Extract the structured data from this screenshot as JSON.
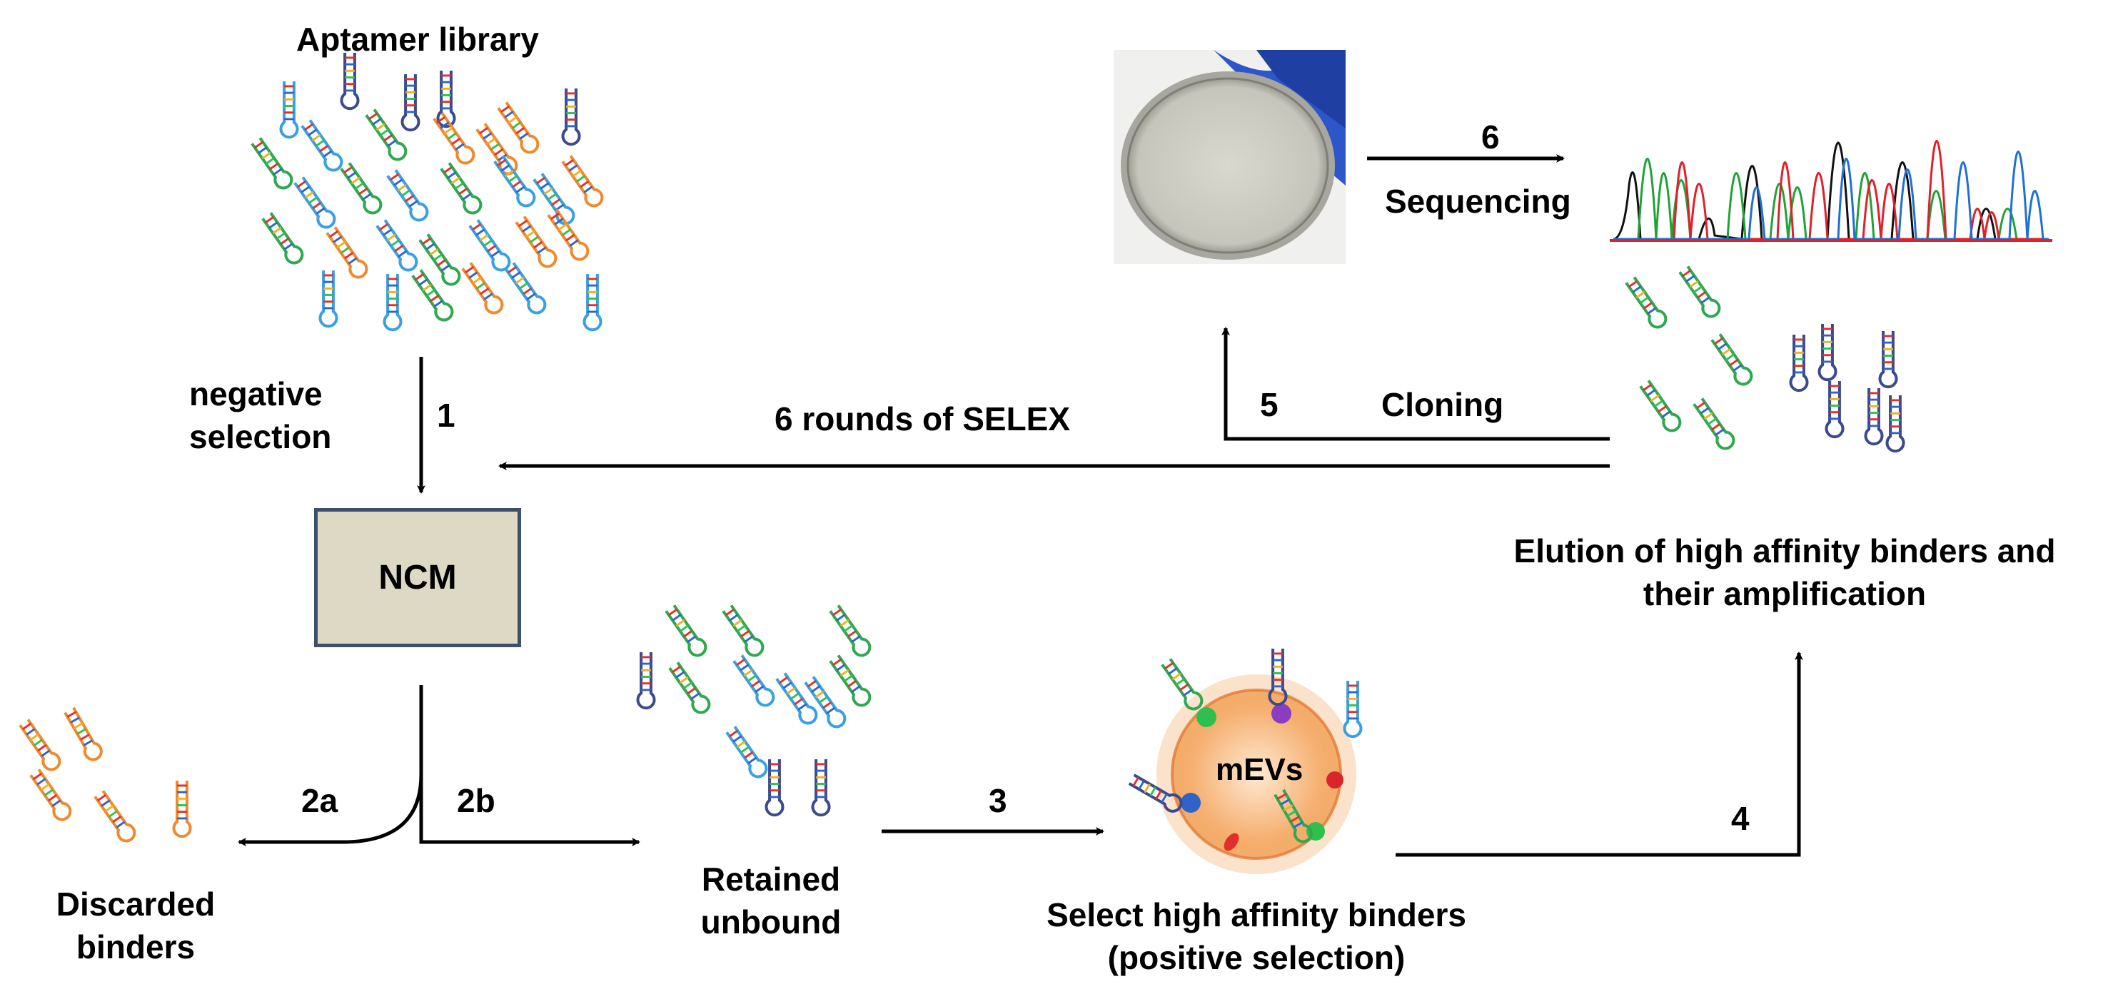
{
  "title": "Aptamer library",
  "steps": {
    "s1": "1",
    "s2a": "2a",
    "s2b": "2b",
    "s3": "3",
    "s4": "4",
    "s5": "5",
    "s6": "6"
  },
  "labels": {
    "negative_selection_line1": "negative",
    "negative_selection_line2": "selection",
    "ncm": "NCM",
    "selex_rounds": "6 rounds of SELEX",
    "cloning": "Cloning",
    "sequencing": "Sequencing",
    "discarded_line1": "Discarded",
    "discarded_line2": "binders",
    "retained_line1": "Retained",
    "retained_line2": "unbound",
    "mevs": "mEVs",
    "select_line1": "Select high affinity binders",
    "select_line2": "(positive selection)",
    "elution_line1": "Elution of high affinity binders and",
    "elution_line2": "their amplification"
  },
  "colors": {
    "orange": "#f08a2e",
    "green": "#2fa84f",
    "blue": "#3aa0e0",
    "navy": "#3b4a8c",
    "ncm_fill": "#ddd9c4",
    "ncm_border": "#3d4f6b",
    "vesicle": "#f4a566",
    "glove": "#2d56c9"
  }
}
